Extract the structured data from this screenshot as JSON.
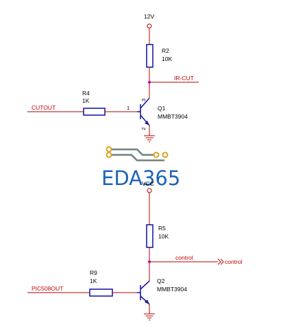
{
  "colors": {
    "wire": "#b00000",
    "component": "#1a1aa6",
    "junction": "#d000b0",
    "net_label": "#c00000",
    "watermark": "#1e63b8",
    "watermark_logo": "#e0a020"
  },
  "watermark": {
    "text": "EDA365"
  },
  "circuit1": {
    "supply_label": "12V",
    "r2": {
      "ref": "R2",
      "value": "10K"
    },
    "r4": {
      "ref": "R4",
      "value": "1K"
    },
    "q1": {
      "ref": "Q1",
      "part": "MMBT3904",
      "pin_base": "1",
      "pin_collector": "3",
      "pin_emitter": "2"
    },
    "net_in": "CUTOUT",
    "net_out": "IR-CUT"
  },
  "circuit2": {
    "supply_label": "VCC",
    "r5": {
      "ref": "R5",
      "value": "10K"
    },
    "r9": {
      "ref": "R9",
      "value": "1K"
    },
    "q2": {
      "ref": "Q2",
      "part": "MMBT3904"
    },
    "net_in": "PIC508OUT",
    "net_out": "control",
    "port_label": "control"
  }
}
